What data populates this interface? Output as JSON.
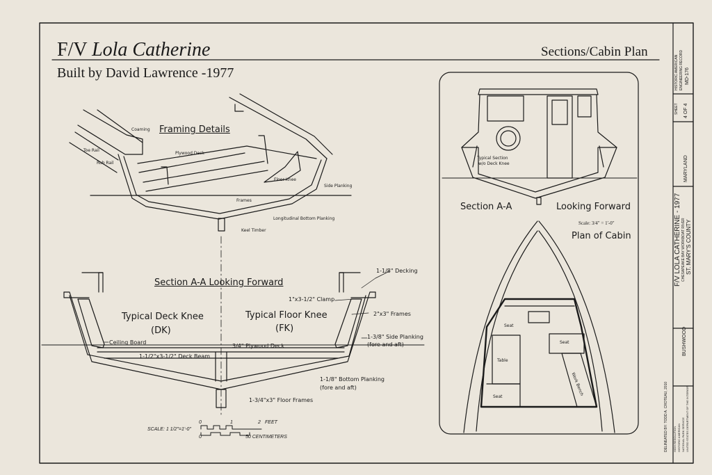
{
  "title_block": {
    "vessel_prefix": "F/V",
    "vessel_name": "Lola Catherine",
    "builder_line": "Built by David Lawrence -1977",
    "sheet_title": "Sections/Cabin Plan"
  },
  "framing_details": {
    "heading": "Framing Details",
    "labels": {
      "coaming": "Coaming",
      "toe_rail": "Toe Rail",
      "rub_rail": "Rub Rail",
      "plywood_deck": "Plywood Deck",
      "floor_knee": "Floor Knee",
      "side_planking": "Side Planking",
      "frames": "Frames",
      "bottom_planking": "Longitudinal Bottom Planking",
      "keel_timber": "Keel Timber"
    }
  },
  "section_main": {
    "heading": "Section A-A Looking Forward",
    "deck_knee_label": "Typical Deck Knee",
    "deck_knee_abbr": "(DK)",
    "floor_knee_label": "Typical Floor Knee",
    "floor_knee_abbr": "(FK)",
    "decking": "1-1/8\" Decking",
    "clamp": "1\"x3-1/2\" Clamp",
    "frames": "2\"x3\" Frames",
    "side_planking_1": "1-3/8\" Side Planking",
    "side_planking_2": "(fore and aft)",
    "ceiling_board": "Ceiling Board",
    "plywood_deck": "3/4\" Plywood Deck",
    "deck_beam": "1-1/2\"x3-1/2\" Deck Beam",
    "bottom_planking_1": "1-1/8\" Bottom Planking",
    "bottom_planking_2": "(fore and aft)",
    "floor_frames": "1-3/4\"x3\" Floor Frames"
  },
  "scale_bar": {
    "label": "SCALE: 1 1/2\"=1'-0\"",
    "feet_0": "0",
    "feet_1": "1",
    "feet_2": "2",
    "feet_unit": "FEET",
    "cm_0": "0",
    "cm_50": "50 CENTIMETERS"
  },
  "cabin_panel": {
    "typical_section_1": "Typical Section",
    "typical_section_2": "w/o Deck Knee",
    "section_heading": "Section A-A",
    "looking_forward": "Looking Forward",
    "scale": "Scale: 3/4\" = 1'-0\"",
    "plan_heading": "Plan of Cabin",
    "seat_1": "Seat",
    "seat_2": "Seat",
    "seat_3": "Seat",
    "table": "Table",
    "work_bench": "Work Bench"
  },
  "side_strip": {
    "habs_1": "HISTORIC AMERICAN",
    "habs_2": "ENGINEERING RECORD",
    "habs_no": "MD-176",
    "sheet_label": "SHEET",
    "sheet_no": "4 OF 4",
    "state": "MARYLAND",
    "title_main": "F/V LOLA CATHERINE - 1977",
    "title_sub1": "CHESAPEAKE BAY WORKBOAT RIVER",
    "title_sub2": "ST. MARY'S COUNTY",
    "city": "BUSHWOOD",
    "delineator": "DELINEATED BY: TODD A. CROTEAU, 2010",
    "agency_1": "HIGH RESOLUTION",
    "agency_2": "HISTORIC AMERICAN",
    "agency_3": "NATIONAL PARK SERVICE",
    "agency_4": "UNITED STATES DEPARTMENT OF THE INTERIOR"
  }
}
